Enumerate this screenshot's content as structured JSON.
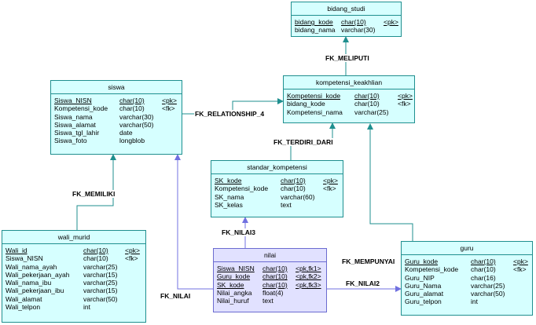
{
  "tables": {
    "bidang_studi": {
      "title": "bidang_studi",
      "rows": [
        {
          "name": "bidang_kode",
          "type": "char(10)",
          "key": "<pk>"
        },
        {
          "name": "bidang_nama",
          "type": "varchar(30)",
          "key": ""
        }
      ]
    },
    "siswa": {
      "title": "siswa",
      "rows": [
        {
          "name": "Siswa_NISN",
          "type": "char(10)",
          "key": "<pk>"
        },
        {
          "name": "Kompetensi_kode",
          "type": "char(10)",
          "key": "<fk>"
        },
        {
          "name": "Siswa_nama",
          "type": "varchar(30)",
          "key": ""
        },
        {
          "name": "Siswa_alamat",
          "type": "varchar(50)",
          "key": ""
        },
        {
          "name": "Siswa_tgl_lahir",
          "type": "date",
          "key": ""
        },
        {
          "name": "Siswa_foto",
          "type": "longblob",
          "key": ""
        }
      ]
    },
    "kompetensi_keakhlian": {
      "title": "kompetensi_keakhlian",
      "rows": [
        {
          "name": "Kompetensi_kode",
          "type": "char(10)",
          "key": "<pk>"
        },
        {
          "name": "bidang_kode",
          "type": "char(10)",
          "key": "<fk>"
        },
        {
          "name": "Kompetensi_nama",
          "type": "varchar(25)",
          "key": ""
        }
      ]
    },
    "standar_kompetensi": {
      "title": "standar_kompetensi",
      "rows": [
        {
          "name": "SK_kode",
          "type": "char(10)",
          "key": "<pk>"
        },
        {
          "name": "Kompetensi_kode",
          "type": "char(10)",
          "key": "<fk>"
        },
        {
          "name": "SK_nama",
          "type": "varchar(60)",
          "key": ""
        },
        {
          "name": "SK_kelas",
          "type": "text",
          "key": ""
        }
      ]
    },
    "wali_murid": {
      "title": "wali_murid",
      "rows": [
        {
          "name": "Wali_id",
          "type": "char(10)",
          "key": "<pk>"
        },
        {
          "name": "Siswa_NISN",
          "type": "char(10)",
          "key": "<fk>"
        },
        {
          "name": "Wali_nama_ayah",
          "type": "varchar(25)",
          "key": ""
        },
        {
          "name": "Wali_pekerjaan_ayah",
          "type": "varchar(15)",
          "key": ""
        },
        {
          "name": "Wali_nama_ibu",
          "type": "varchar(25)",
          "key": ""
        },
        {
          "name": "Wali_pekerjaan_ibu",
          "type": "varchar(15)",
          "key": ""
        },
        {
          "name": "Wali_alamat",
          "type": "varchar(50)",
          "key": ""
        },
        {
          "name": "Wali_telpon",
          "type": "int",
          "key": ""
        }
      ]
    },
    "nilai": {
      "title": "nilai",
      "rows": [
        {
          "name": "Siswa_NISN",
          "type": "char(10)",
          "key": "<pk,fk1>"
        },
        {
          "name": "Guru_kode",
          "type": "char(10)",
          "key": "<pk,fk2>"
        },
        {
          "name": "SK_kode",
          "type": "char(10)",
          "key": "<pk,fk3>"
        },
        {
          "name": "Nilai_angka",
          "type": "float(4)",
          "key": ""
        },
        {
          "name": "Nilai_huruf",
          "type": "text",
          "key": ""
        }
      ]
    },
    "guru": {
      "title": "guru",
      "rows": [
        {
          "name": "Guru_kode",
          "type": "char(10)",
          "key": "<pk>"
        },
        {
          "name": "Kompetensi_kode",
          "type": "char(10)",
          "key": "<fk>"
        },
        {
          "name": "Guru_NIP",
          "type": "char(16)",
          "key": ""
        },
        {
          "name": "Guru_Nama",
          "type": "varchar(25)",
          "key": ""
        },
        {
          "name": "Guru_alamat",
          "type": "varchar(50)",
          "key": ""
        },
        {
          "name": "Guru_telpon",
          "type": "int",
          "key": ""
        }
      ]
    }
  },
  "relationships": {
    "fk_meliputi": "FK_MELIPUTI",
    "fk_relationship_4": "FK_RELATIONSHIP_4",
    "fk_terdiri_dari": "FK_TERDIRI_DARI",
    "fk_memiliki": "FK_MEMILIKI",
    "fk_nilai3": "FK_NILAI3",
    "fk_mempunyai": "FK_MEMPUNYAI",
    "fk_nilai2": "FK_NILAI2",
    "fk_nilai": "FK_NILAI"
  },
  "colors": {
    "entity_fill": "#d6ffff",
    "entity_border": "#1f8f8f",
    "association_fill": "#e1e1ff",
    "association_border": "#6b6bd0",
    "teal_link": "#1f8f8f",
    "purple_link": "#7070e0"
  }
}
